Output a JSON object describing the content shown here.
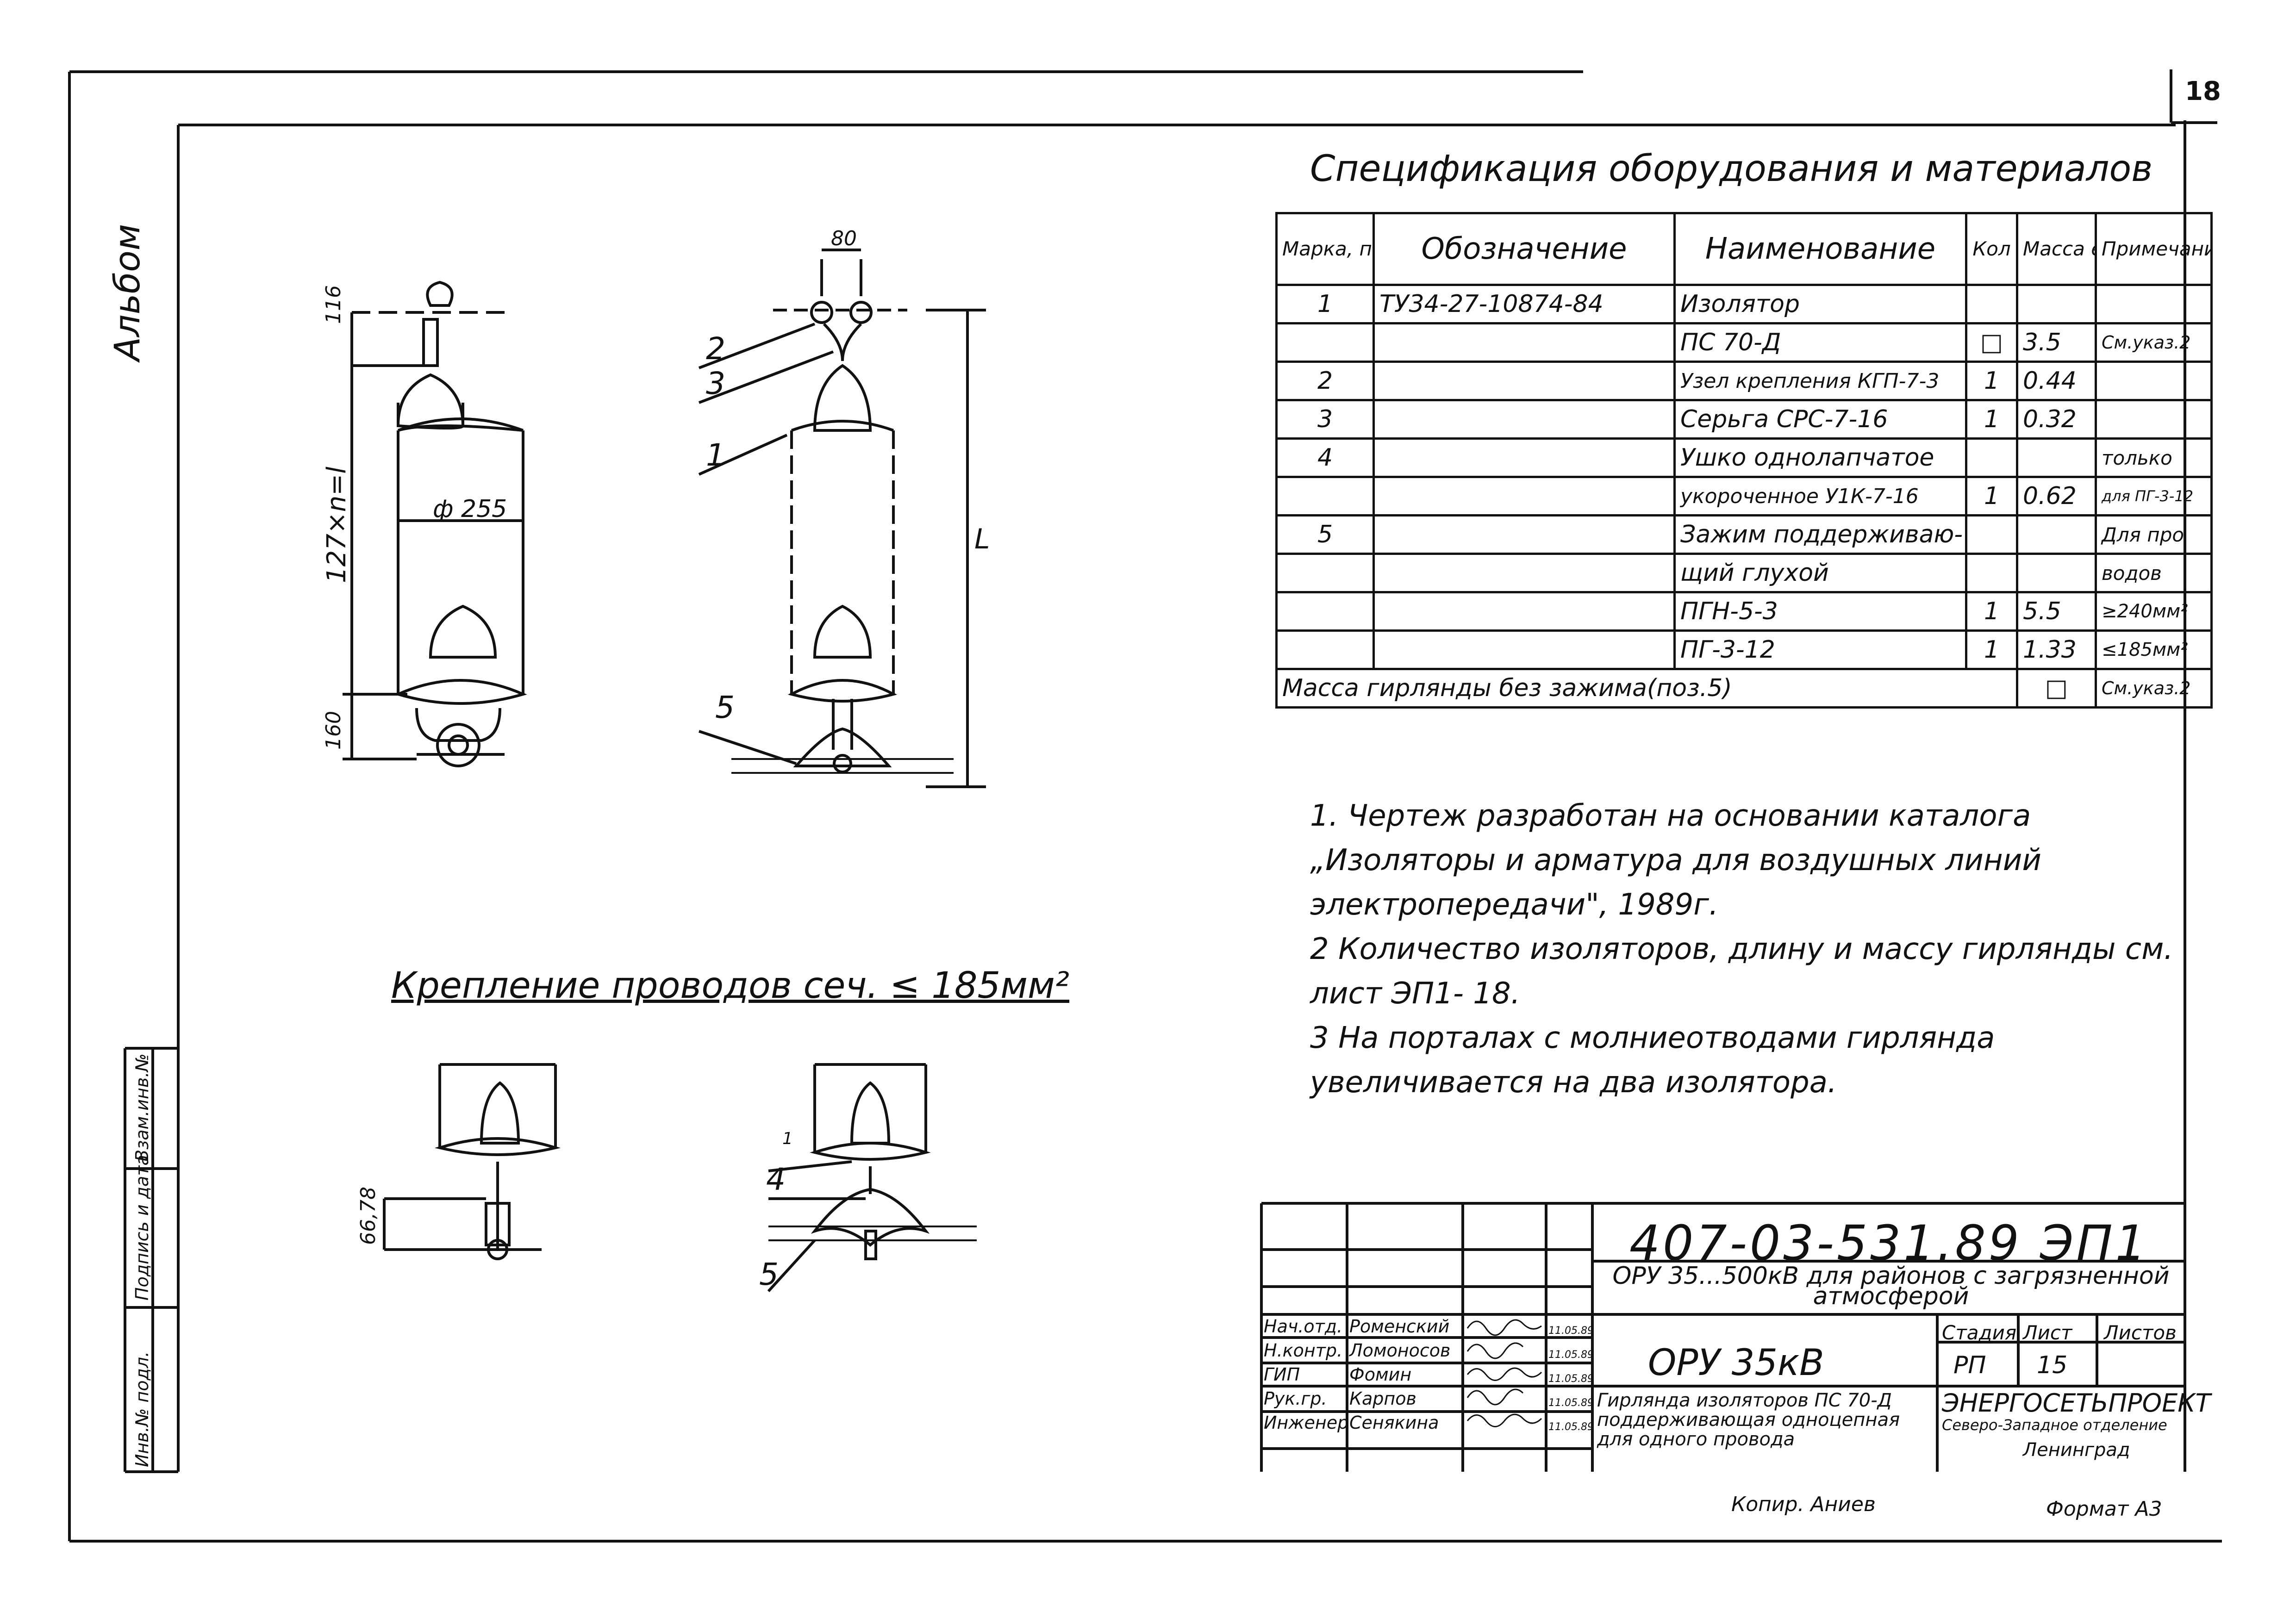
{
  "sheet": {
    "number": "18",
    "album_label": "Альбом"
  },
  "spec": {
    "title": "Спецификация оборудования и материалов",
    "headers": {
      "mark": "Марка, поз.",
      "designation": "Обозначение",
      "name": "Наименование",
      "qty": "Кол",
      "mass": "Масса ед.кг",
      "note": "Примечание"
    },
    "rows": [
      {
        "mark": "1",
        "designation": "ТУ34-27-10874-84",
        "name": "Изолятор",
        "qty": "",
        "mass": "",
        "note": ""
      },
      {
        "mark": "",
        "designation": "",
        "name": "ПС 70-Д",
        "qty": "□",
        "mass": "3.5",
        "note": "См.указ.2"
      },
      {
        "mark": "2",
        "designation": "",
        "name": "Узел крепления КГП-7-3",
        "qty": "1",
        "mass": "0.44",
        "note": ""
      },
      {
        "mark": "3",
        "designation": "",
        "name": "Серьга СРС-7-16",
        "qty": "1",
        "mass": "0.32",
        "note": ""
      },
      {
        "mark": "4",
        "designation": "",
        "name": "Ушко однолапчатое",
        "qty": "",
        "mass": "",
        "note": "только"
      },
      {
        "mark": "",
        "designation": "",
        "name": "укороченное У1К-7-16",
        "qty": "1",
        "mass": "0.62",
        "note": "для ПГ-3-12"
      },
      {
        "mark": "5",
        "designation": "",
        "name": "Зажим поддерживаю-",
        "qty": "",
        "mass": "",
        "note": "Для про"
      },
      {
        "mark": "",
        "designation": "",
        "name": "щий глухой",
        "qty": "",
        "mass": "",
        "note": "водов"
      },
      {
        "mark": "",
        "designation": "",
        "name": "ПГН-5-3",
        "qty": "1",
        "mass": "5.5",
        "note": "≥240мм²"
      },
      {
        "mark": "",
        "designation": "",
        "name": "ПГ-3-12",
        "qty": "1",
        "mass": "1.33",
        "note": "≤185мм²"
      }
    ],
    "total_label": "Масса гирлянды без зажима(поз.5)",
    "total_qty": "□",
    "total_note": "См.указ.2"
  },
  "notes": [
    "1. Чертеж разработан на основании каталога „Изоляторы и арматура для воздушных линий электропередачи\", 1989г.",
    "2 Количество изоляторов, длину и массу гирлянды см. лист ЭП1- 18.",
    "3 На порталах с молниеотводами гирлянда увеличивается на два изолятора."
  ],
  "drawing": {
    "dim_top": "116",
    "dim_height": "127×n=l",
    "dim_diameter": "ф 255",
    "dim_bottom": "160",
    "dim_80": "80",
    "dim_L": "L",
    "dim_66": "66,78",
    "pos_labels": [
      "2",
      "3",
      "1",
      "5",
      "1",
      "4",
      "5"
    ],
    "fixing_title": "Крепление проводов сеч. ≤ 185мм²"
  },
  "side_stamp": {
    "labels": [
      "Инв.№ подл.",
      "Подпись и дата",
      "Взам.инв.№"
    ]
  },
  "title_block": {
    "doc_code": "407-03-531.89 ЭП1",
    "project": "ОРУ 35...500кВ для районов с загрязненной атмосферой",
    "object": "ОРУ 35кВ",
    "sheet_title": "Гирлянда изоляторов ПС 70-Д поддерживающая одноцепная для одного провода",
    "org1": "ЭНЕРГОСЕТЬПРОЕКТ",
    "org2": "Северо-Западное отделение",
    "org3": "Ленинград",
    "stage_label": "Стадия",
    "sheet_label": "Лист",
    "sheets_label": "Листов",
    "stage": "РП",
    "sheet": "15",
    "sheets": "",
    "people": [
      {
        "role": "Нач.отд.",
        "name": "Роменский",
        "date": "11.05.89"
      },
      {
        "role": "Н.контр.",
        "name": "Ломоносов",
        "date": "11.05.89"
      },
      {
        "role": "ГИП",
        "name": "Фомин",
        "date": "11.05.89"
      },
      {
        "role": "Рук.гр.",
        "name": "Карпов",
        "date": "11.05.89"
      },
      {
        "role": "Инженер",
        "name": "Сенякина",
        "date": "11.05.89"
      }
    ]
  },
  "footer": {
    "copied": "Копир. Аниев",
    "format": "Формат А3"
  }
}
